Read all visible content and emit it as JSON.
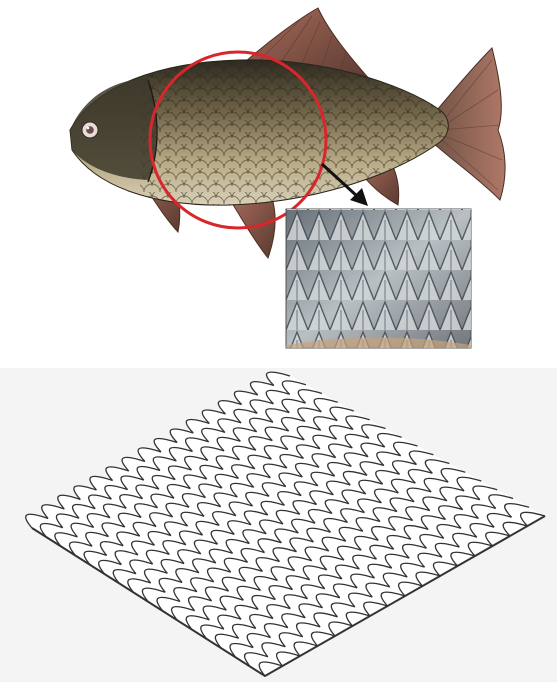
{
  "figure": {
    "top_panel": {
      "subject": "fish-photo",
      "highlight_color": "#d9262c",
      "arrow_color": "#111111",
      "inset": "scale-closeup"
    },
    "bottom_panel": {
      "subject": "overlapping-scale-pattern",
      "line_color": "#333333",
      "background": "#f4f4f4"
    }
  },
  "colors": {
    "fish_body_dark": "#3f3a2c",
    "fish_body_mid": "#8c7a55",
    "fish_belly": "#d8cfb5",
    "fin_color": "#8a5548",
    "scale_silver": "#b9c2c8"
  }
}
